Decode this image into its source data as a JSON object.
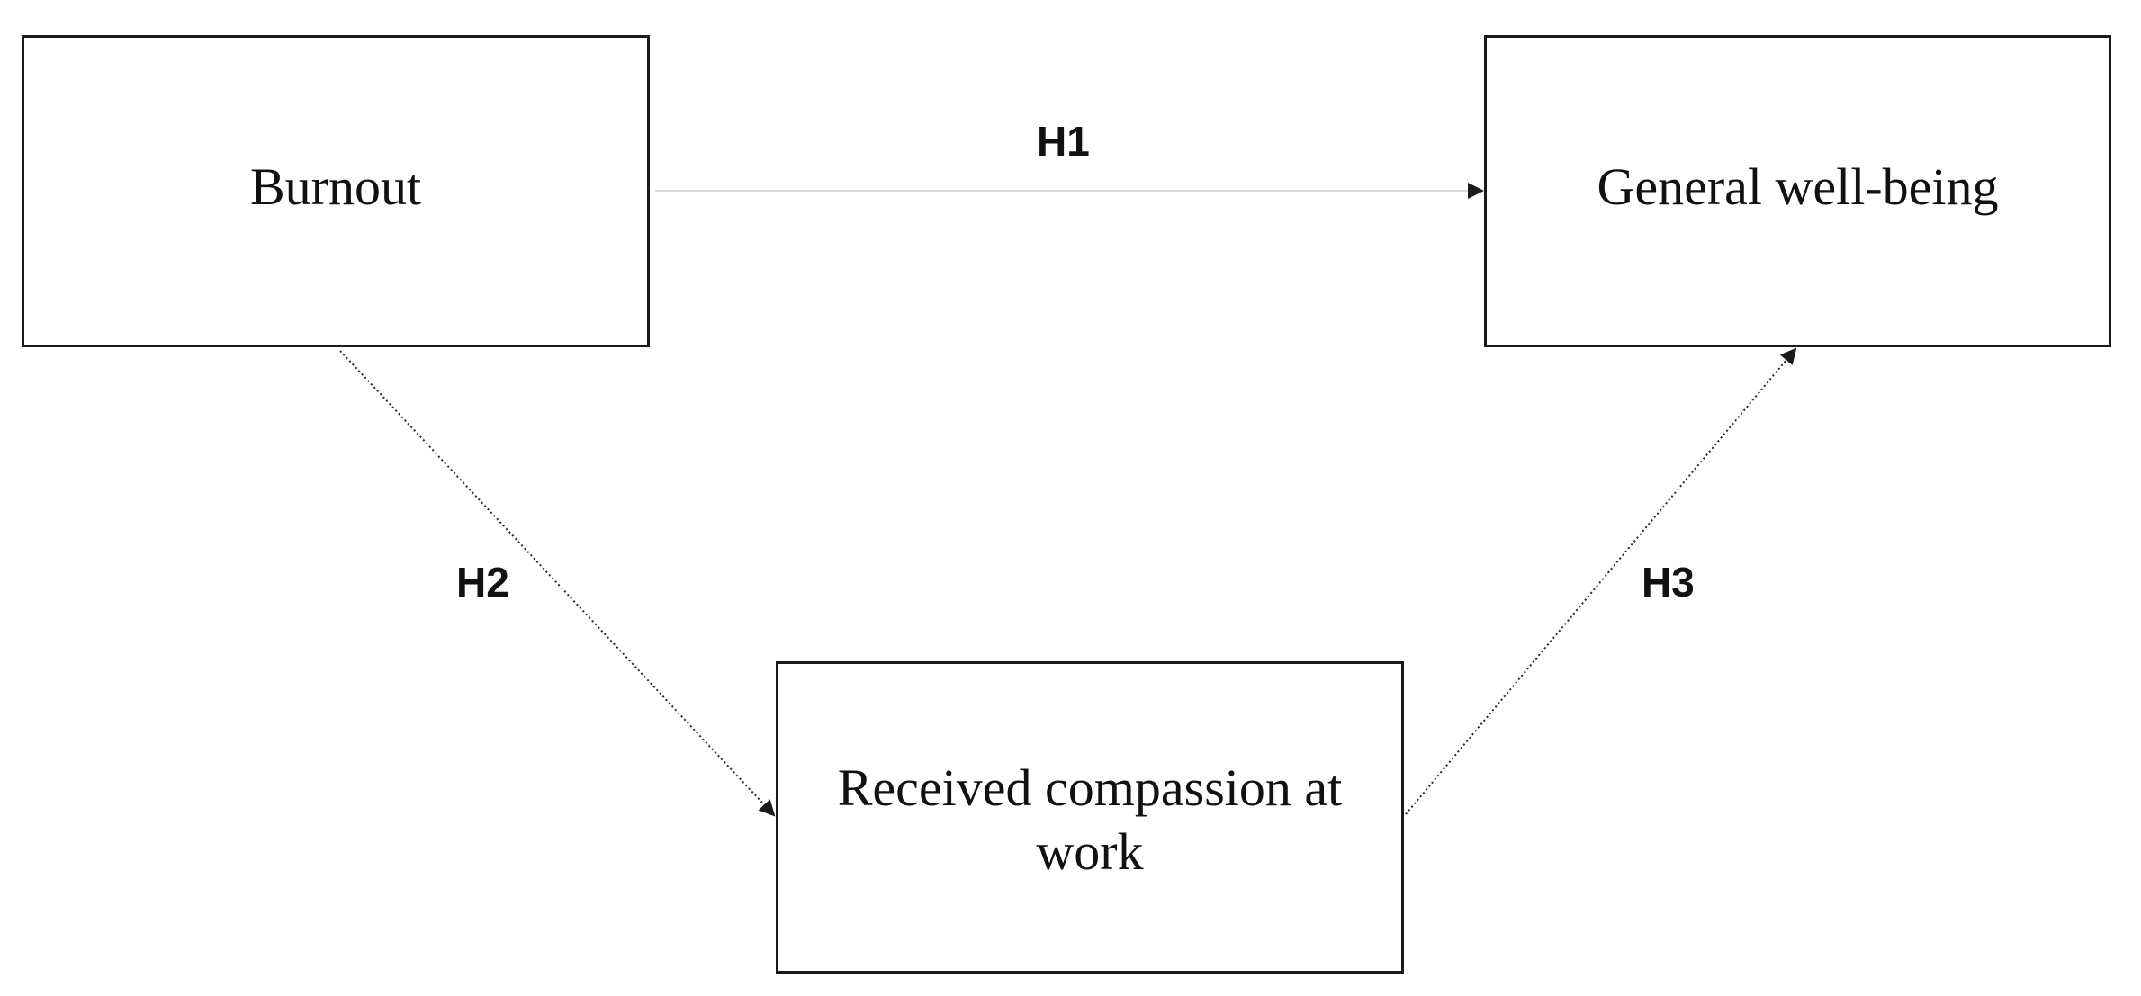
{
  "diagram": {
    "nodes": {
      "burnout": "Burnout",
      "wellbeing": "General well-being",
      "compassion": "Received compassion at work"
    },
    "edges": [
      {
        "label": "H1",
        "from": "Burnout",
        "to": "General well-being"
      },
      {
        "label": "H2",
        "from": "Burnout",
        "to": "Received compassion at work"
      },
      {
        "label": "H3",
        "from": "Received compassion at work",
        "to": "General well-being"
      }
    ]
  }
}
